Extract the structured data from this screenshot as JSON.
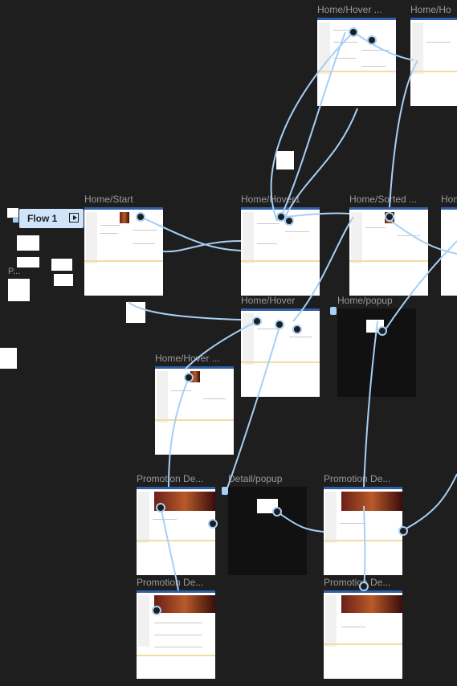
{
  "canvas": {
    "background": "#1e1e1e",
    "wire_color": "#a7cff5"
  },
  "flow": {
    "label": "Flow 1",
    "icon": "play-icon"
  },
  "frames": {
    "home_hover_a": "Home/Hover ...",
    "home_hover_b": "Home/Ho",
    "home_start": "Home/Start",
    "home_hover1": "Home/Hover1",
    "home_sorted": "Home/Sorted ...",
    "home_cut": "Hom",
    "home_hover": "Home/Hover",
    "home_popup": "Home/popup",
    "home_hover_c": "Home/Hover ...",
    "promo_de_1": "Promotion De...",
    "detail_popup": "Detail/popup",
    "promo_de_2": "Promotion De...",
    "promo_de_3": "Promotion De...",
    "promo_de_4": "Promotion De...",
    "small_p": "P..."
  }
}
